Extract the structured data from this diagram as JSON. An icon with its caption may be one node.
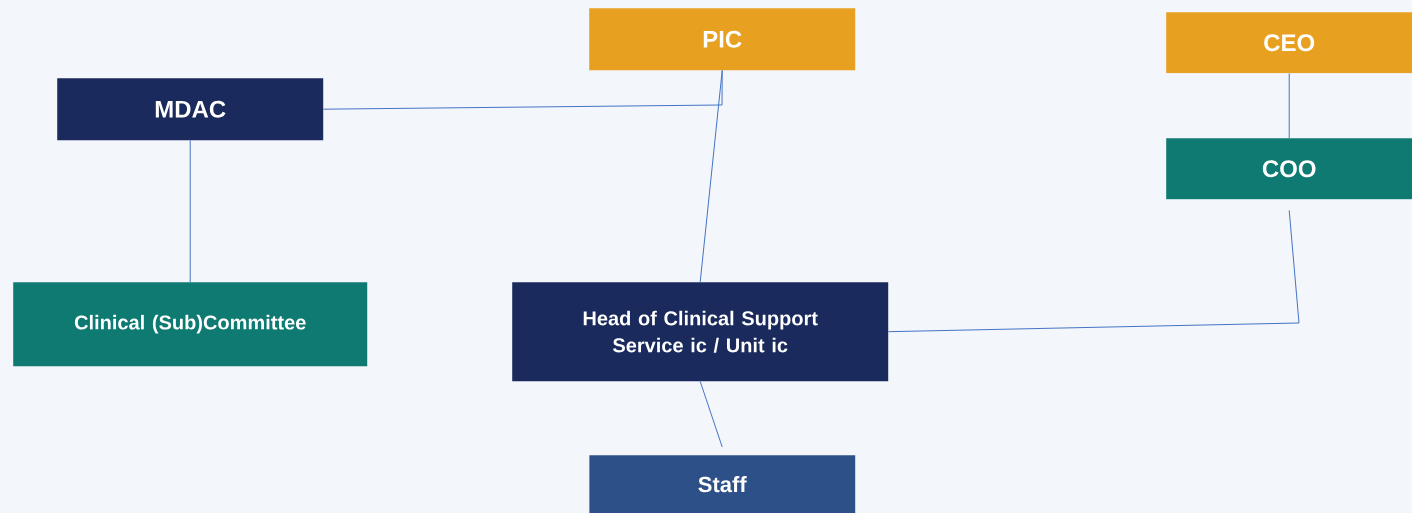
{
  "diagram": {
    "nodes": [
      {
        "text": [
          "PIC"
        ]
      },
      {
        "text": [
          "CEO"
        ]
      },
      {
        "text": [
          "MDAC"
        ]
      },
      {
        "text": [
          "COO"
        ]
      },
      {
        "text": [
          "Clinical (Sub)Committee"
        ]
      },
      {
        "text": [
          "Head of Clinical Support Service ic / Unit ic"
        ]
      },
      {
        "text": [
          "Staff"
        ]
      }
    ],
    "edges": [
      {
        "from": 2,
        "to": 0,
        "arrow": "none"
      },
      {
        "from": 0,
        "to": 5,
        "arrow": "none"
      },
      {
        "from": 1,
        "to": 3,
        "arrow": "none"
      },
      {
        "from": 2,
        "to": 4,
        "arrow": "none"
      },
      {
        "from": 3,
        "to": 5,
        "arrow": "none"
      },
      {
        "from": 5,
        "to": 6,
        "arrow": "none"
      }
    ]
  }
}
